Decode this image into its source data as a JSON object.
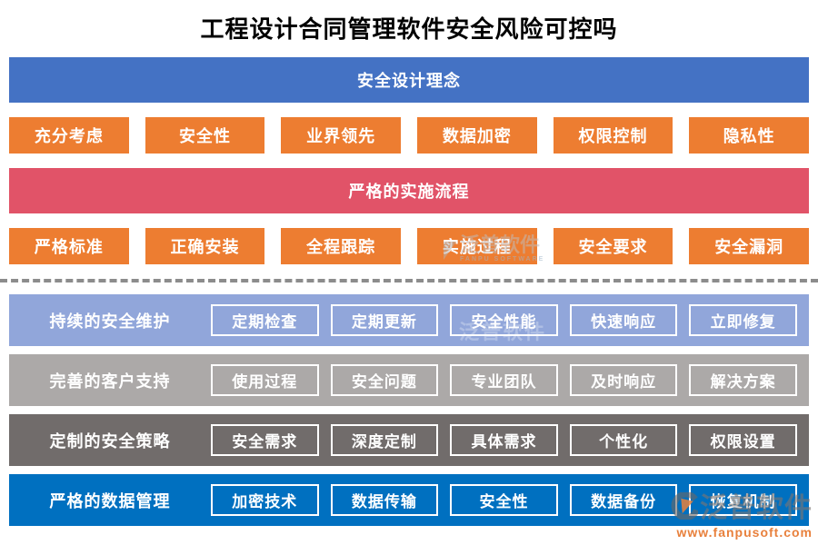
{
  "title": "工程设计合同管理软件安全风险可控吗",
  "top": {
    "design_banner": {
      "label": "安全设计理念",
      "color": "#4472C4"
    },
    "design_items": [
      "充分考虑",
      "安全性",
      "业界领先",
      "数据加密",
      "权限控制",
      "隐私性"
    ],
    "process_banner": {
      "label": "严格的实施流程",
      "color": "#E15368"
    },
    "process_items": [
      "严格标准",
      "正确安装",
      "全程跟踪",
      "实施过程",
      "安全要求",
      "安全漏洞"
    ],
    "item_color": "#ED7D31"
  },
  "bottom_rows": [
    {
      "label": "持续的安全维护",
      "color": "#91A6DA",
      "items": [
        "定期检查",
        "定期更新",
        "安全性能",
        "快速响应",
        "立即修复"
      ]
    },
    {
      "label": "完善的客户支持",
      "color": "#ACA9A8",
      "items": [
        "使用过程",
        "安全问题",
        "专业团队",
        "及时响应",
        "解决方案"
      ]
    },
    {
      "label": "定制的安全策略",
      "color": "#716C6B",
      "items": [
        "安全需求",
        "深度定制",
        "具体需求",
        "个性化",
        "权限设置"
      ]
    },
    {
      "label": "严格的数据管理",
      "color": "#0070C0",
      "items": [
        "加密技术",
        "数据传输",
        "安全性",
        "数据备份",
        "恢复机制"
      ]
    }
  ],
  "watermarks": {
    "center": {
      "brand": "泛普软件",
      "subtitle": "FANPU SOFTWARE"
    },
    "band": {
      "brand": "泛普软件"
    },
    "corner": {
      "brand": "泛普软件",
      "url": "www.fanpusoft.com",
      "logo_icon": "fanpu-logo-icon"
    }
  }
}
